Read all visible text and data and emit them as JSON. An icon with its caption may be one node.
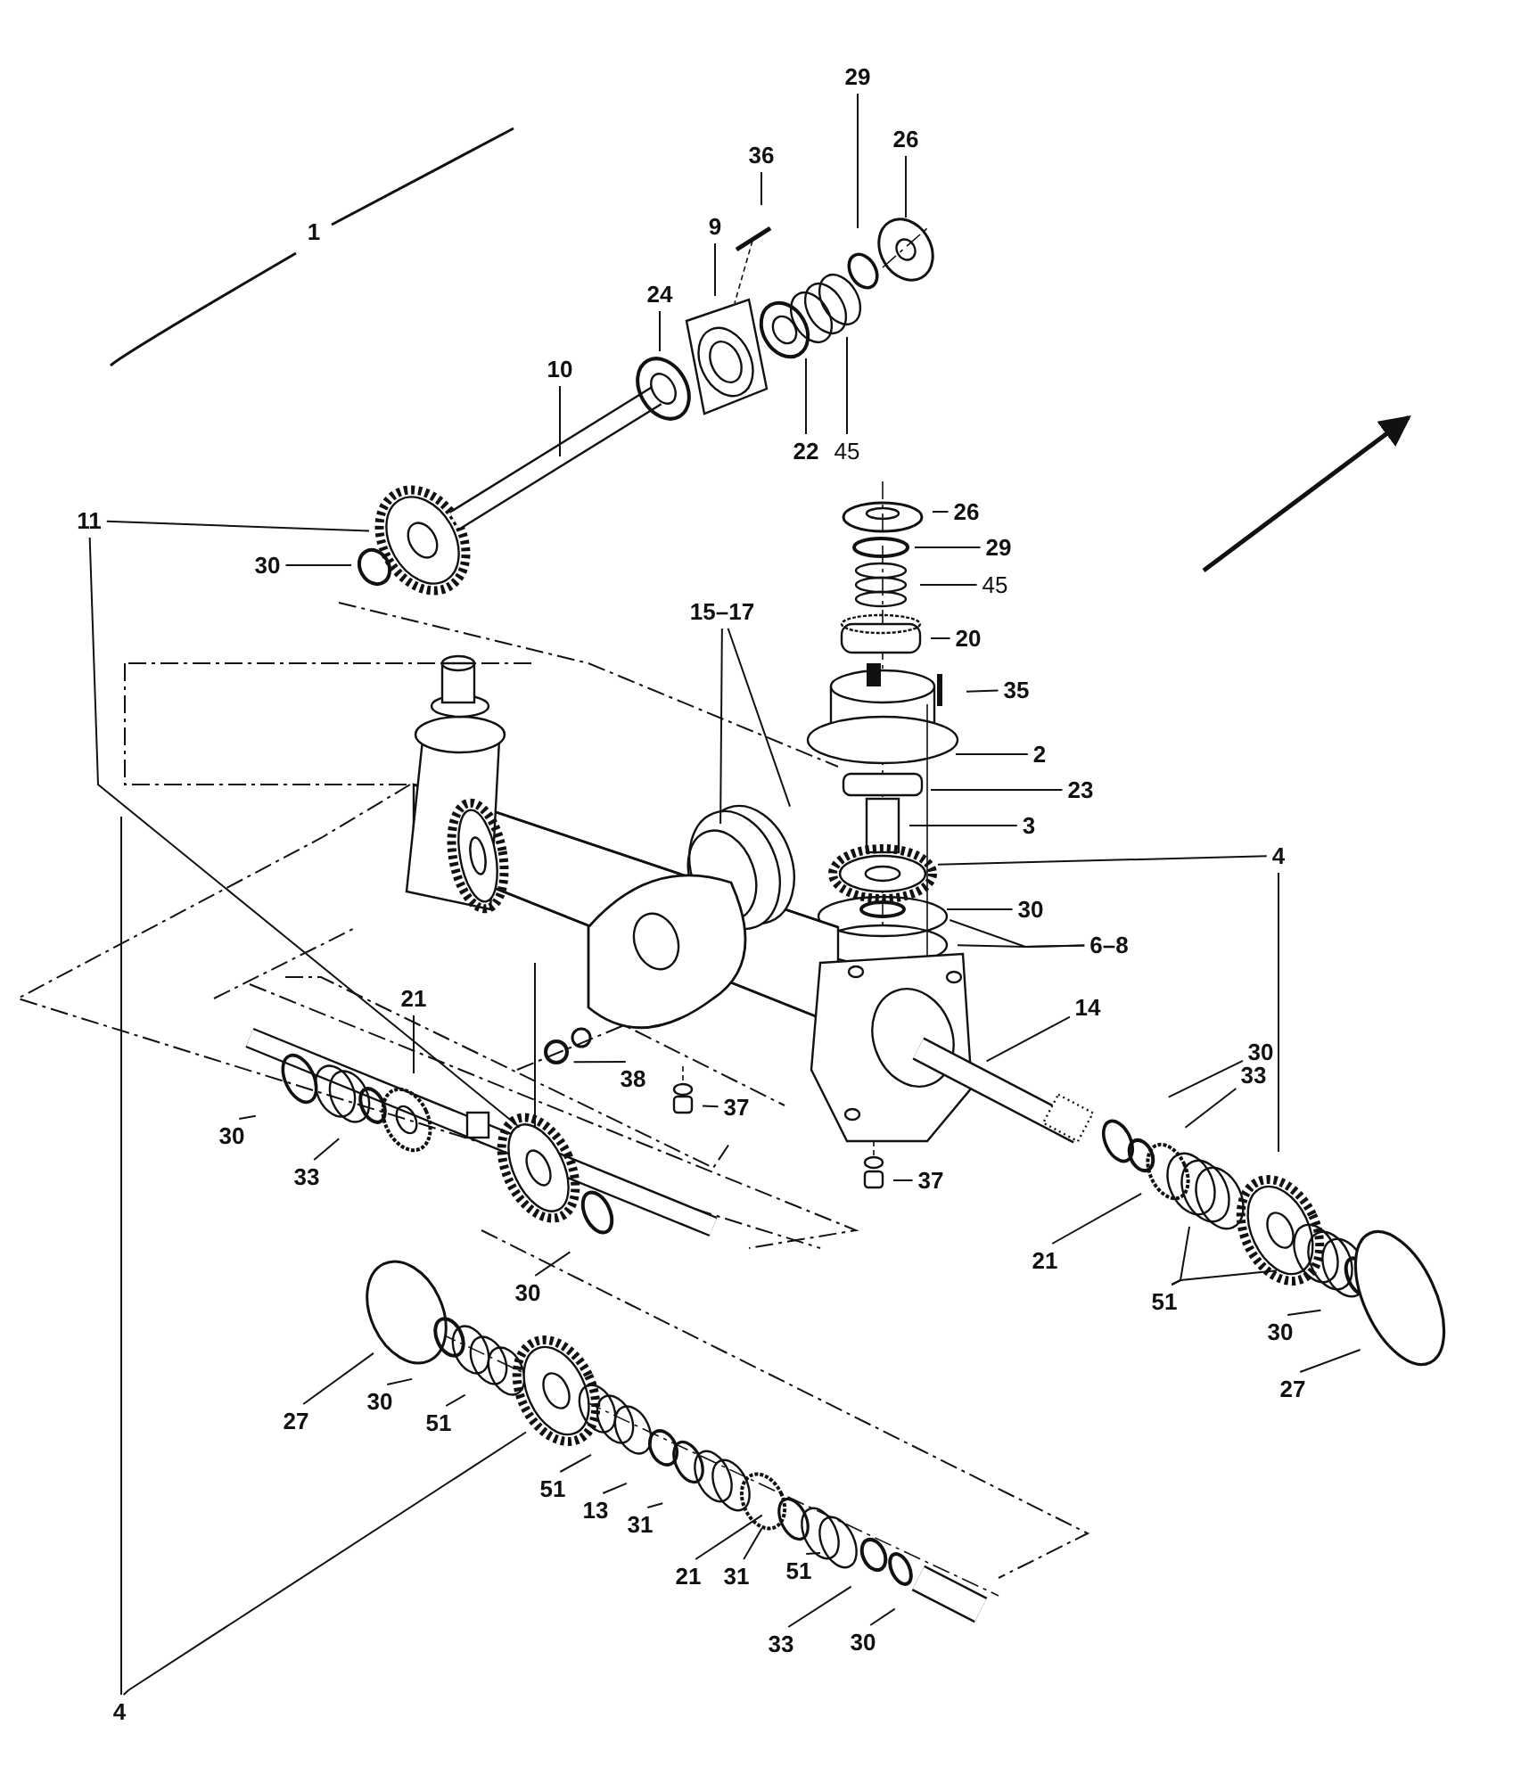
{
  "diagram": {
    "nodes": [
      {
        "text": [
          "36"
        ]
      },
      {
        "text": [
          "9"
        ]
      },
      {
        "text": [
          "29"
        ]
      },
      {
        "text": [
          "26"
        ]
      },
      {
        "text": [
          "24"
        ]
      },
      {
        "text": [
          "10"
        ]
      },
      {
        "text": [
          "22"
        ]
      },
      {
        "text": [
          "45"
        ]
      },
      {
        "text": [
          "11"
        ]
      },
      {
        "text": [
          "30"
        ]
      },
      {
        "text": [
          "26"
        ]
      },
      {
        "text": [
          "29"
        ]
      },
      {
        "text": [
          "45"
        ]
      },
      {
        "text": [
          "20"
        ]
      },
      {
        "text": [
          "35"
        ]
      },
      {
        "text": [
          "15–17"
        ]
      },
      {
        "text": [
          "2"
        ]
      },
      {
        "text": [
          "23"
        ]
      },
      {
        "text": [
          "3"
        ]
      },
      {
        "text": [
          "4"
        ]
      },
      {
        "text": [
          "30"
        ]
      },
      {
        "text": [
          "6–8"
        ]
      },
      {
        "text": [
          "21"
        ]
      },
      {
        "text": [
          "14"
        ]
      },
      {
        "text": [
          "38"
        ]
      },
      {
        "text": [
          "37"
        ]
      },
      {
        "text": [
          "30"
        ]
      },
      {
        "text": [
          "33"
        ]
      },
      {
        "text": [
          "30"
        ]
      },
      {
        "text": [
          "33"
        ]
      },
      {
        "text": [
          "37"
        ]
      },
      {
        "text": [
          "21"
        ]
      },
      {
        "text": [
          "51"
        ]
      },
      {
        "text": [
          "30"
        ]
      },
      {
        "text": [
          "30"
        ]
      },
      {
        "text": [
          "27"
        ]
      },
      {
        "text": [
          "27"
        ]
      },
      {
        "text": [
          "30"
        ]
      },
      {
        "text": [
          "51"
        ]
      },
      {
        "text": [
          "51"
        ]
      },
      {
        "text": [
          "13"
        ]
      },
      {
        "text": [
          "31"
        ]
      },
      {
        "text": [
          "21"
        ]
      },
      {
        "text": [
          "31"
        ]
      },
      {
        "text": [
          "51"
        ]
      },
      {
        "text": [
          "33"
        ]
      },
      {
        "text": [
          "30"
        ]
      },
      {
        "text": [
          "4"
        ]
      }
    ],
    "edges": [
      {
        "from": 0,
        "to": null,
        "arrow": "none"
      },
      {
        "from": 1,
        "to": null,
        "arrow": "none"
      },
      {
        "from": 2,
        "to": null,
        "arrow": "none"
      },
      {
        "from": 3,
        "to": null,
        "arrow": "none"
      },
      {
        "from": 4,
        "to": null,
        "arrow": "none"
      },
      {
        "from": 5,
        "to": null,
        "arrow": "none"
      },
      {
        "from": 6,
        "to": null,
        "arrow": "none"
      },
      {
        "from": 7,
        "to": null,
        "arrow": "none"
      },
      {
        "from": 8,
        "to": null,
        "arrow": "none"
      },
      {
        "from": 8,
        "to": null,
        "arrow": "none"
      },
      {
        "from": 9,
        "to": null,
        "arrow": "none"
      },
      {
        "from": 10,
        "to": null,
        "arrow": "none"
      },
      {
        "from": 11,
        "to": null,
        "arrow": "none"
      },
      {
        "from": 12,
        "to": null,
        "arrow": "none"
      },
      {
        "from": 13,
        "to": null,
        "arrow": "none"
      },
      {
        "from": 14,
        "to": null,
        "arrow": "none"
      },
      {
        "from": 15,
        "to": null,
        "arrow": "none"
      },
      {
        "from": 15,
        "to": null,
        "arrow": "none"
      },
      {
        "from": 16,
        "to": null,
        "arrow": "none"
      },
      {
        "from": 17,
        "to": null,
        "arrow": "none"
      },
      {
        "from": 18,
        "to": null,
        "arrow": "none"
      },
      {
        "from": 19,
        "to": null,
        "arrow": "none"
      },
      {
        "from": 19,
        "to": null,
        "arrow": "none"
      },
      {
        "from": 20,
        "to": null,
        "arrow": "none"
      },
      {
        "from": 21,
        "to": null,
        "arrow": "none"
      },
      {
        "from": 21,
        "to": null,
        "arrow": "none"
      },
      {
        "from": 22,
        "to": null,
        "arrow": "none"
      },
      {
        "from": 23,
        "to": null,
        "arrow": "none"
      },
      {
        "from": 24,
        "to": null,
        "arrow": "none"
      },
      {
        "from": 25,
        "to": null,
        "arrow": "none"
      },
      {
        "from": 26,
        "to": null,
        "arrow": "none"
      },
      {
        "from": 27,
        "to": null,
        "arrow": "none"
      },
      {
        "from": 28,
        "to": null,
        "arrow": "none"
      },
      {
        "from": 29,
        "to": null,
        "arrow": "none"
      },
      {
        "from": 30,
        "to": null,
        "arrow": "none"
      },
      {
        "from": 31,
        "to": null,
        "arrow": "none"
      },
      {
        "from": 32,
        "to": null,
        "arrow": "none"
      },
      {
        "from": 32,
        "to": null,
        "arrow": "none"
      },
      {
        "from": 33,
        "to": null,
        "arrow": "none"
      },
      {
        "from": 34,
        "to": null,
        "arrow": "none"
      },
      {
        "from": 35,
        "to": null,
        "arrow": "none"
      },
      {
        "from": 36,
        "to": null,
        "arrow": "none"
      },
      {
        "from": 37,
        "to": null,
        "arrow": "none"
      },
      {
        "from": 38,
        "to": null,
        "arrow": "none"
      },
      {
        "from": 39,
        "to": null,
        "arrow": "none"
      },
      {
        "from": 40,
        "to": null,
        "arrow": "none"
      },
      {
        "from": 41,
        "to": null,
        "arrow": "none"
      },
      {
        "from": 42,
        "to": null,
        "arrow": "none"
      },
      {
        "from": 43,
        "to": null,
        "arrow": "none"
      },
      {
        "from": 44,
        "to": null,
        "arrow": "none"
      },
      {
        "from": 45,
        "to": null,
        "arrow": "none"
      },
      {
        "from": 46,
        "to": null,
        "arrow": "none"
      },
      {
        "from": 47,
        "to": null,
        "arrow": "none"
      },
      {
        "from": 47,
        "to": null,
        "arrow": "none"
      }
    ],
    "labels": [
      "1"
    ]
  }
}
